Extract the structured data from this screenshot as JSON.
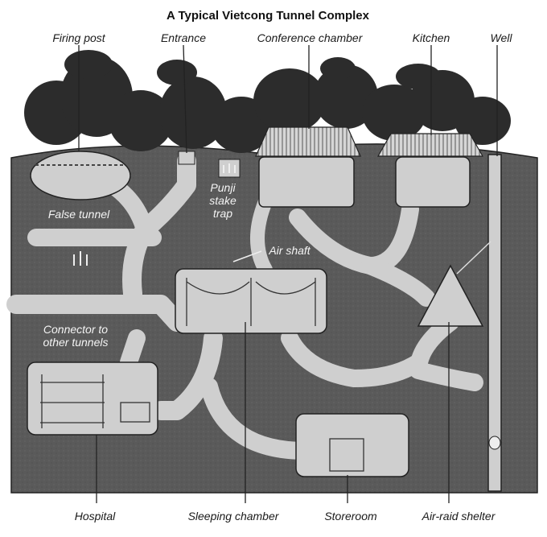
{
  "title": "A Typical Vietcong Tunnel Complex",
  "labels": {
    "firing_post": "Firing post",
    "entrance": "Entrance",
    "conference_chamber": "Conference chamber",
    "kitchen": "Kitchen",
    "well": "Well",
    "false_tunnel": "False tunnel",
    "punji_1": "Punji",
    "punji_2": "stake",
    "punji_3": "trap",
    "air_shaft": "Air shaft",
    "connector_1": "Connector to",
    "connector_2": "other tunnels",
    "hospital": "Hospital",
    "sleeping_chamber": "Sleeping chamber",
    "storeroom": "Storeroom",
    "air_raid_shelter": "Air-raid shelter"
  },
  "colors": {
    "earth": "#5a5a5a",
    "tunnel": "#cfcfcf",
    "foliage": "#2c2c2c",
    "ink": "#1a1a1a",
    "roof": "#bdbdbd"
  }
}
